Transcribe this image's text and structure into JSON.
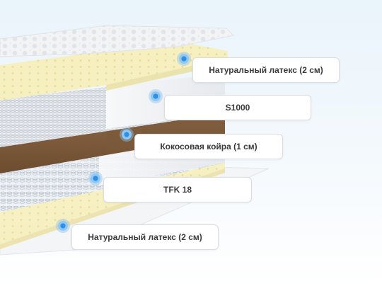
{
  "layers": [
    {
      "label": "Натуральный латекс (2 см)"
    },
    {
      "label": "S1000"
    },
    {
      "label": "Кокосовая койра (1 см)"
    },
    {
      "label": "TFK 18"
    },
    {
      "label": "Натуральный латекс (2 см)"
    }
  ],
  "colors": {
    "latex": "#f6efbf",
    "coir": "#7c5a3a",
    "spring_block": "#eef1f4",
    "cover": "#f3f4f6",
    "marker": "#2f8fe6"
  }
}
